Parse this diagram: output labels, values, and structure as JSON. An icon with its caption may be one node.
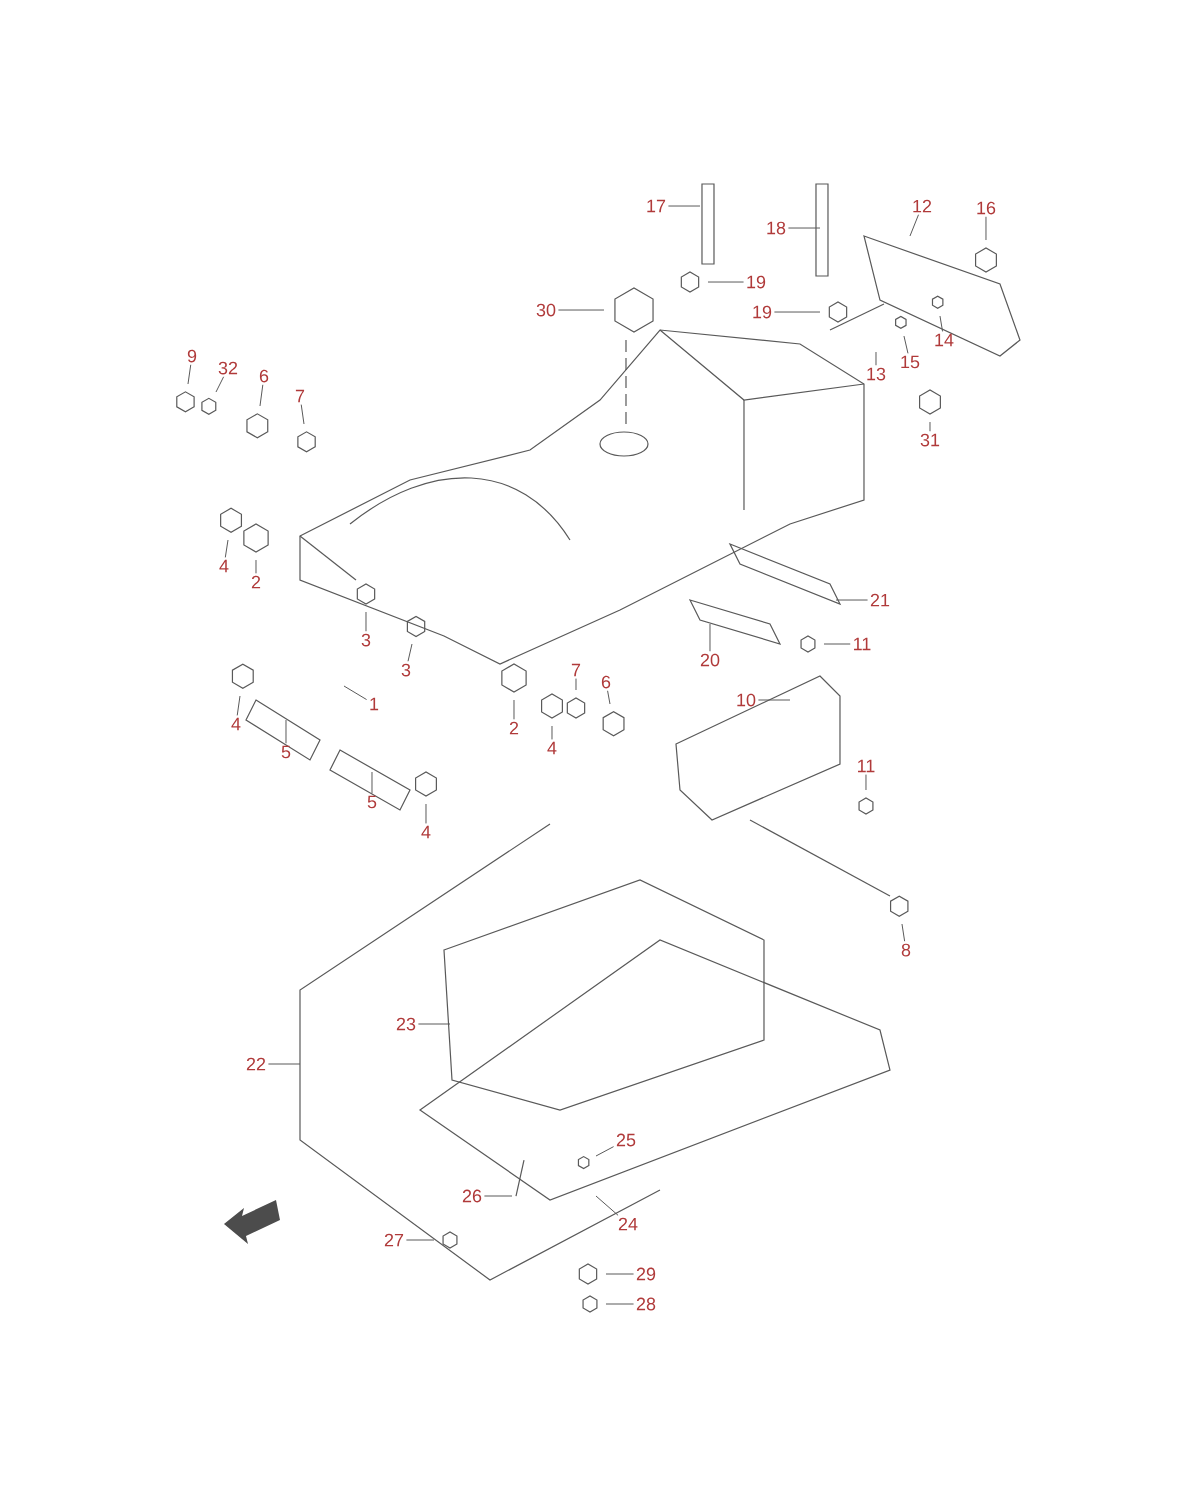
{
  "diagram": {
    "nodes": [
      {
        "text": [
          "1"
        ]
      },
      {
        "text": [
          "2"
        ]
      },
      {
        "text": [
          "2"
        ]
      },
      {
        "text": [
          "3"
        ]
      },
      {
        "text": [
          "3"
        ]
      },
      {
        "text": [
          "4"
        ]
      },
      {
        "text": [
          "4"
        ]
      },
      {
        "text": [
          "4"
        ]
      },
      {
        "text": [
          "4"
        ]
      },
      {
        "text": [
          "5"
        ]
      },
      {
        "text": [
          "5"
        ]
      },
      {
        "text": [
          "6"
        ]
      },
      {
        "text": [
          "6"
        ]
      },
      {
        "text": [
          "7"
        ]
      },
      {
        "text": [
          "7"
        ]
      },
      {
        "text": [
          "8"
        ]
      },
      {
        "text": [
          "9"
        ]
      },
      {
        "text": [
          "10"
        ]
      },
      {
        "text": [
          "11"
        ]
      },
      {
        "text": [
          "11"
        ]
      },
      {
        "text": [
          "12"
        ]
      },
      {
        "text": [
          "13"
        ]
      },
      {
        "text": [
          "14"
        ]
      },
      {
        "text": [
          "15"
        ]
      },
      {
        "text": [
          "16"
        ]
      },
      {
        "text": [
          "17"
        ]
      },
      {
        "text": [
          "18"
        ]
      },
      {
        "text": [
          "19"
        ]
      },
      {
        "text": [
          "19"
        ]
      },
      {
        "text": [
          "20"
        ]
      },
      {
        "text": [
          "21"
        ]
      },
      {
        "text": [
          "22"
        ]
      },
      {
        "text": [
          "23"
        ]
      },
      {
        "text": [
          "24"
        ]
      },
      {
        "text": [
          "25"
        ]
      },
      {
        "text": [
          "26"
        ]
      },
      {
        "text": [
          "27"
        ]
      },
      {
        "text": [
          "28"
        ]
      },
      {
        "text": [
          "29"
        ]
      },
      {
        "text": [
          "30"
        ]
      },
      {
        "text": [
          "31"
        ]
      },
      {
        "text": [
          "32"
        ]
      }
    ],
    "edges": [
      {
        "from": 0,
        "to": null,
        "arrow": "none"
      },
      {
        "from": 1,
        "to": null,
        "arrow": "none"
      },
      {
        "from": 2,
        "to": null,
        "arrow": "none"
      },
      {
        "from": 3,
        "to": null,
        "arrow": "none"
      },
      {
        "from": 4,
        "to": null,
        "arrow": "none"
      },
      {
        "from": 5,
        "to": null,
        "arrow": "none"
      },
      {
        "from": 6,
        "to": null,
        "arrow": "none"
      },
      {
        "from": 7,
        "to": null,
        "arrow": "none"
      },
      {
        "from": 8,
        "to": null,
        "arrow": "none"
      },
      {
        "from": 9,
        "to": null,
        "arrow": "none"
      },
      {
        "from": 10,
        "to": null,
        "arrow": "none"
      },
      {
        "from": 11,
        "to": null,
        "arrow": "none"
      },
      {
        "from": 12,
        "to": null,
        "arrow": "none"
      },
      {
        "from": 13,
        "to": null,
        "arrow": "none"
      },
      {
        "from": 14,
        "to": null,
        "arrow": "none"
      },
      {
        "from": 15,
        "to": null,
        "arrow": "none"
      },
      {
        "from": 16,
        "to": null,
        "arrow": "none"
      },
      {
        "from": 17,
        "to": null,
        "arrow": "none"
      },
      {
        "from": 18,
        "to": null,
        "arrow": "none"
      },
      {
        "from": 19,
        "to": null,
        "arrow": "none"
      },
      {
        "from": 20,
        "to": null,
        "arrow": "none"
      },
      {
        "from": 21,
        "to": null,
        "arrow": "none"
      },
      {
        "from": 22,
        "to": null,
        "arrow": "none"
      },
      {
        "from": 23,
        "to": null,
        "arrow": "none"
      },
      {
        "from": 24,
        "to": null,
        "arrow": "none"
      },
      {
        "from": 25,
        "to": null,
        "arrow": "none"
      },
      {
        "from": 26,
        "to": null,
        "arrow": "none"
      },
      {
        "from": 27,
        "to": null,
        "arrow": "none"
      },
      {
        "from": 28,
        "to": null,
        "arrow": "none"
      },
      {
        "from": 29,
        "to": null,
        "arrow": "none"
      },
      {
        "from": 30,
        "to": null,
        "arrow": "none"
      },
      {
        "from": 31,
        "to": null,
        "arrow": "none"
      },
      {
        "from": 32,
        "to": null,
        "arrow": "none"
      },
      {
        "from": 33,
        "to": null,
        "arrow": "none"
      },
      {
        "from": 34,
        "to": null,
        "arrow": "none"
      },
      {
        "from": 35,
        "to": null,
        "arrow": "none"
      },
      {
        "from": 36,
        "to": null,
        "arrow": "none"
      },
      {
        "from": 37,
        "to": null,
        "arrow": "none"
      },
      {
        "from": 38,
        "to": null,
        "arrow": "none"
      },
      {
        "from": 39,
        "to": null,
        "arrow": "none"
      },
      {
        "from": 40,
        "to": null,
        "arrow": "none"
      },
      {
        "from": 41,
        "to": null,
        "arrow": "none"
      }
    ]
  }
}
